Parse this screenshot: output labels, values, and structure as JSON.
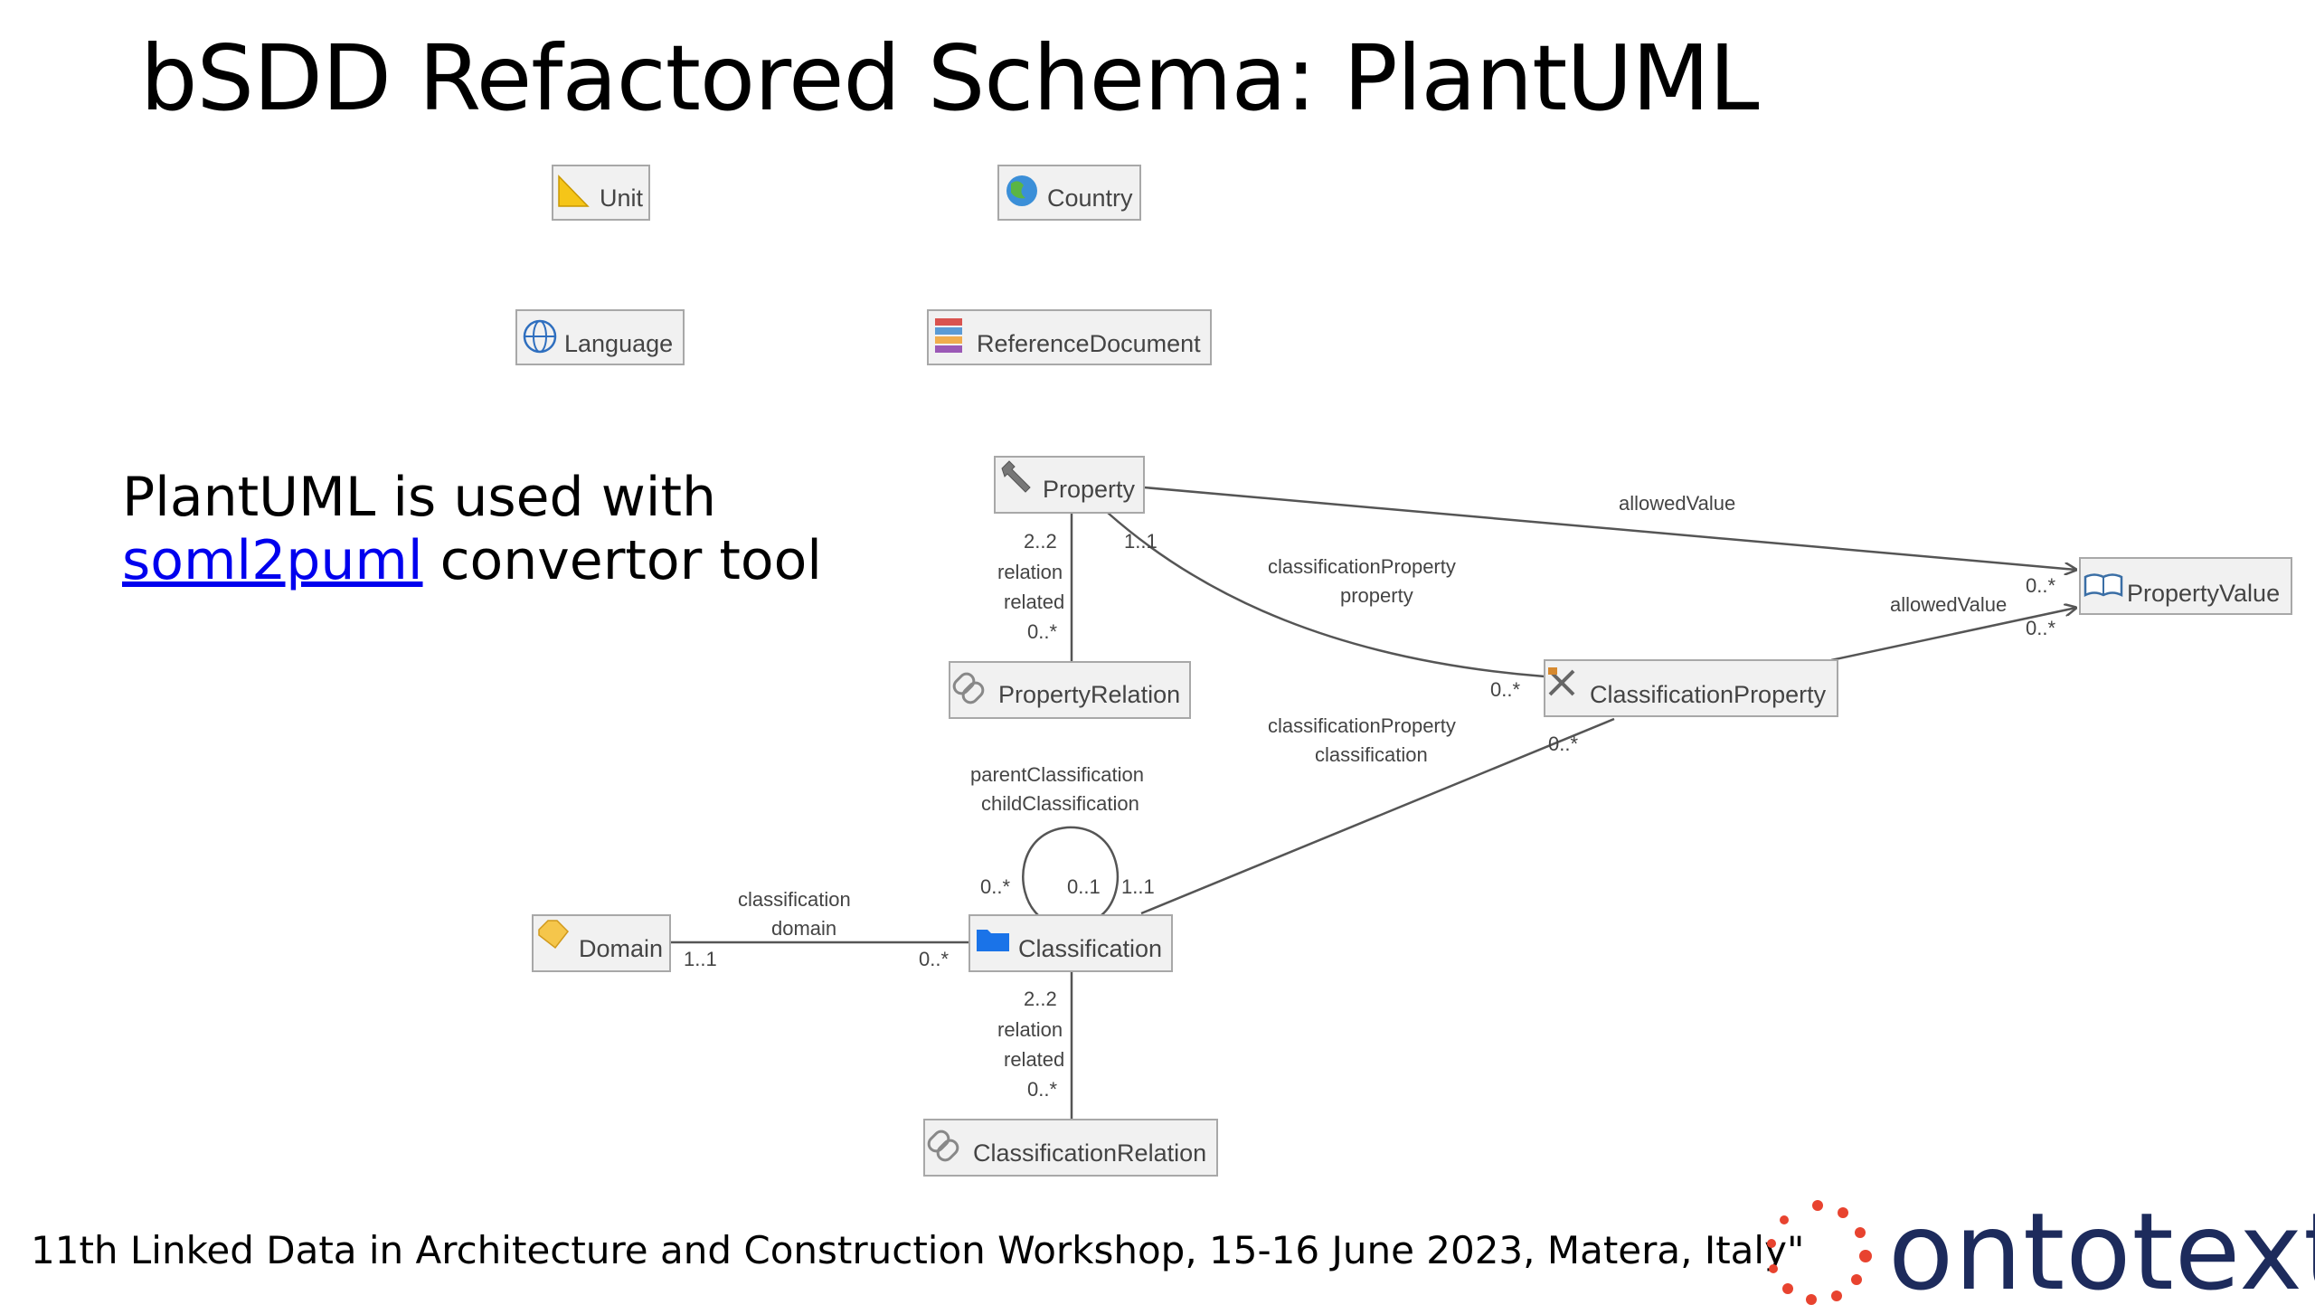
{
  "slide": {
    "title": "bSDD Refactored Schema: PlantUML",
    "intro_line1": "PlantUML is used with",
    "intro_link": "soml2puml",
    "intro_rest": " convertor tool",
    "footer": "11th Linked Data in Architecture and Construction Workshop, 15-16 June 2023, Matera, Italy\"",
    "brand": "ontotext"
  },
  "colors": {
    "brand_text": "#1d2b5c",
    "brand_dots": "#e8432f",
    "link": "#0000ee",
    "node_fill": "#f1f1f1",
    "node_border": "#a8a8a8"
  },
  "nodes": {
    "unit": {
      "label": "Unit",
      "icon": "ruler-icon"
    },
    "country": {
      "label": "Country",
      "icon": "globe-icon"
    },
    "language": {
      "label": "Language",
      "icon": "globe-grid-icon"
    },
    "reference_document": {
      "label": "ReferenceDocument",
      "icon": "books-icon"
    },
    "property": {
      "label": "Property",
      "icon": "wrench-icon"
    },
    "property_value": {
      "label": "PropertyValue",
      "icon": "book-icon"
    },
    "property_relation": {
      "label": "PropertyRelation",
      "icon": "link-icon"
    },
    "classification_property": {
      "label": "ClassificationProperty",
      "icon": "tools-icon"
    },
    "domain": {
      "label": "Domain",
      "icon": "tag-icon"
    },
    "classification": {
      "label": "Classification",
      "icon": "folder-icon"
    },
    "classification_relation": {
      "label": "ClassificationRelation",
      "icon": "link-icon"
    }
  },
  "edges": {
    "allowed_value_1": {
      "label": "allowedValue",
      "mult_to": "0..*"
    },
    "allowed_value_2": {
      "label": "allowedValue",
      "mult_to": "0..*"
    },
    "cp_property": {
      "label1": "classificationProperty",
      "label2": "property",
      "mult_from": "1..1",
      "mult_to": "0..*"
    },
    "cp_classification": {
      "label1": "classificationProperty",
      "label2": "classification",
      "mult_from": "1..1",
      "mult_to": "0..*"
    },
    "property_relation": {
      "mult_top": "2..2",
      "label1": "relation",
      "label2": "related",
      "mult_bottom": "0..*"
    },
    "class_relation": {
      "mult_top": "2..2",
      "label1": "relation",
      "label2": "related",
      "mult_bottom": "0..*"
    },
    "parent_child": {
      "label1": "parentClassification",
      "label2": "childClassification",
      "mult_a": "0..*",
      "mult_b": "0..1"
    },
    "domain_class": {
      "label1": "classification",
      "label2": "domain",
      "mult_from": "1..1",
      "mult_to": "0..*"
    }
  }
}
